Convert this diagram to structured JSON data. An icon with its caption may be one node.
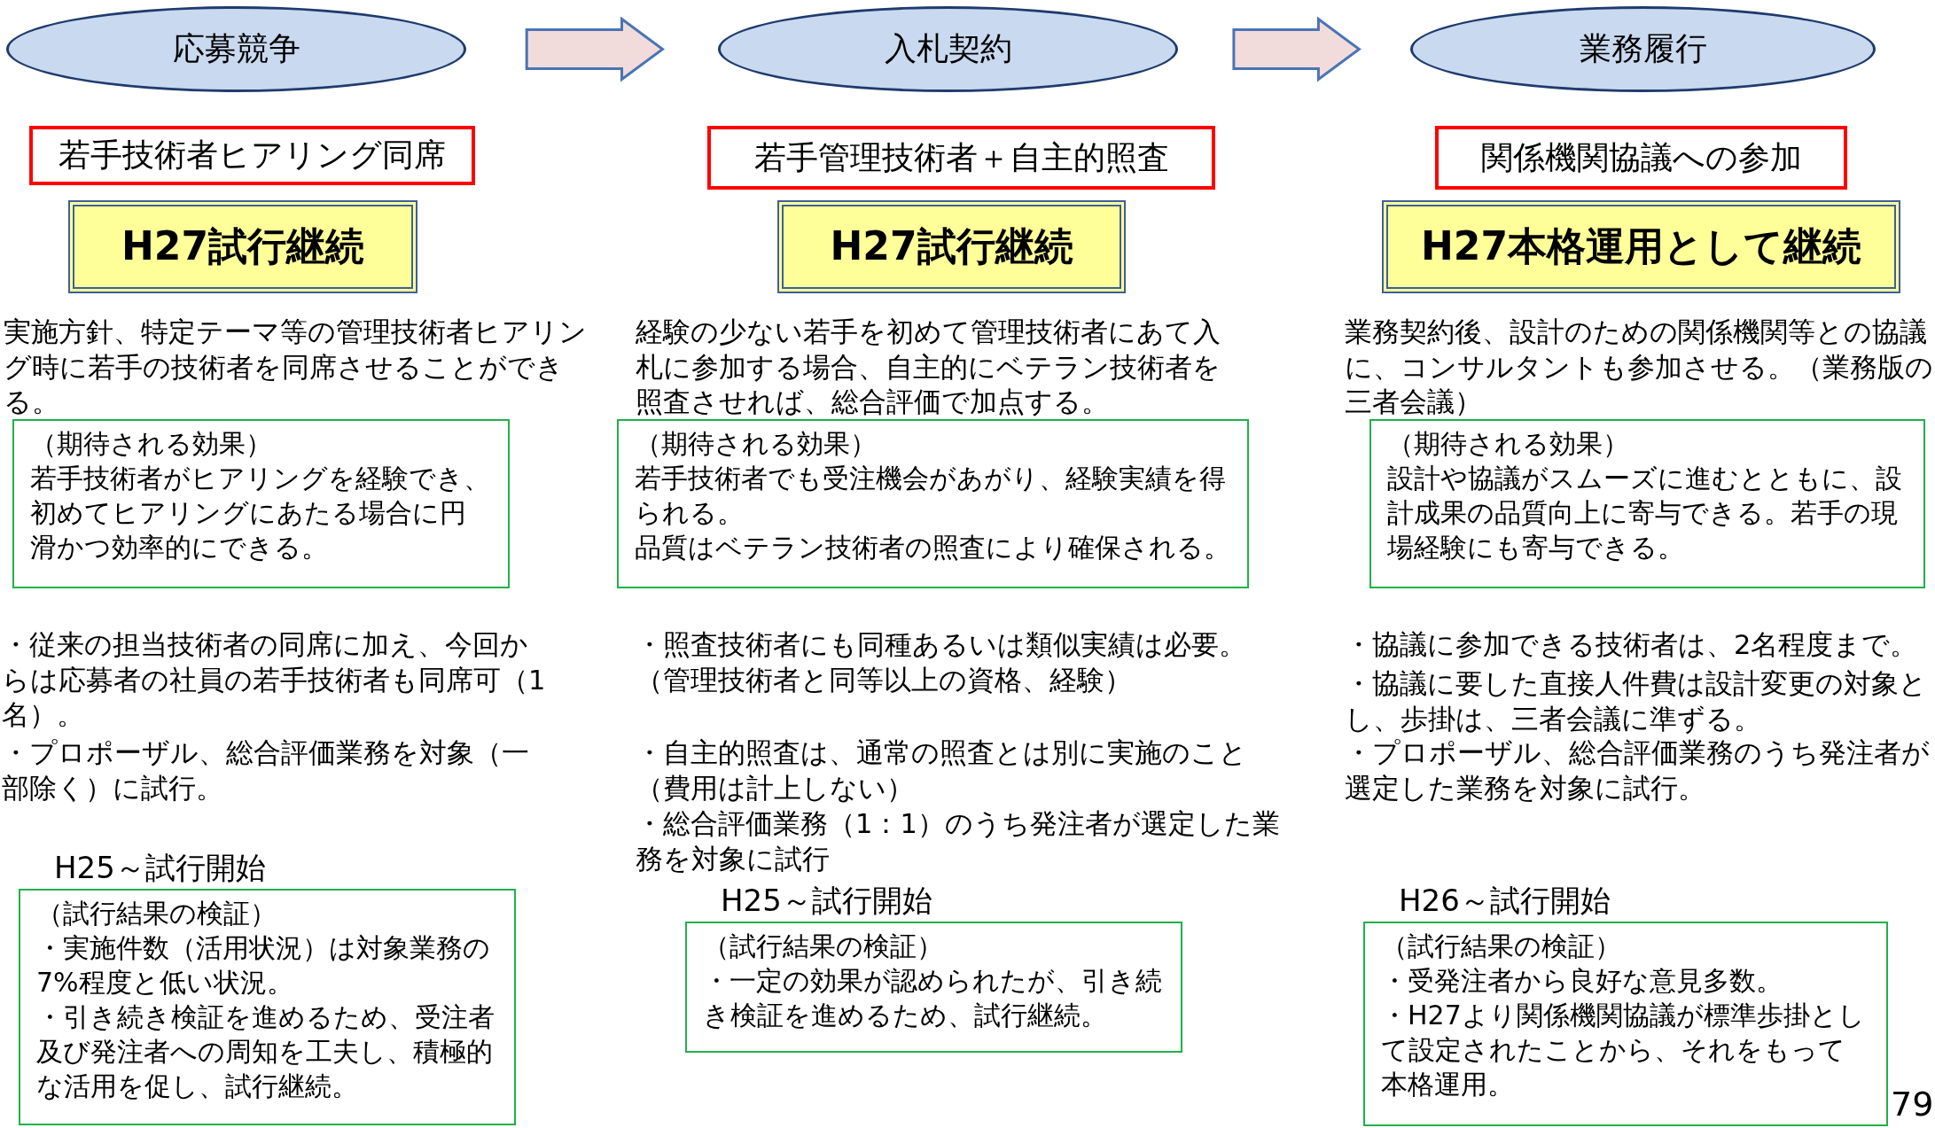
{
  "diagram": {
    "nodes": [
      {
        "text": [
          "応募競争"
        ]
      },
      {
        "text": [
          "入札契約"
        ]
      },
      {
        "text": [
          "業務履行"
        ]
      },
      {
        "text": [
          "若手技術者ヒアリング同席"
        ]
      },
      {
        "text": [
          "若手管理技術者＋自主的照査"
        ]
      },
      {
        "text": [
          "関係機関協議への参加"
        ]
      },
      {
        "text": [
          "H27試行継続"
        ]
      },
      {
        "text": [
          "H27試行継続"
        ]
      },
      {
        "text": [
          "H27本格運用として継続"
        ]
      },
      {
        "text": [
          "（期待される効果）",
          "若手技術者がヒアリングを経験でき、初めてヒアリングにあたる場合に円滑かつ効率的にできる。"
        ]
      },
      {
        "text": [
          "（期待される効果）",
          "若手技術者でも受注機会があがり、経験実績を得られる。",
          "品質はベテラン技術者の照査により確保される。"
        ]
      },
      {
        "text": [
          "（期待される効果）",
          "設計や協議がスムーズに進むとともに、設計成果の品質向上に寄与できる。若手の現場経験にも寄与できる。"
        ]
      },
      {
        "text": [
          "H25～試行開始",
          "（試行結果の検証）",
          "・実施件数（活用状況）は対象業務の7%程度と低い状況。",
          "・引き続き検証を進めるため、受注者及び発注者への周知を工夫し、積極的な活用を促し、試行継続。"
        ]
      },
      {
        "text": [
          "H25～試行開始",
          "（試行結果の検証）",
          "・一定の効果が認められたが、引き続き検証を進めるため、試行継続。"
        ]
      },
      {
        "text": [
          "H26～試行開始",
          "（試行結果の検証）",
          "・受発注者から良好な意見多数。",
          "・H27より関係機関協議が標準歩掛として設定されたことから、それをもって本格運用。"
        ]
      }
    ],
    "edges": [
      {
        "from": 0,
        "to": 1,
        "arrow": "to"
      },
      {
        "from": 1,
        "to": 2,
        "arrow": "to"
      }
    ],
    "labels": [
      "実施方針、特定テーマ等の管理技術者ヒアリング時に若手の技術者を同席させることができる。",
      "経験の少ない若手を初めて管理技術者にあて入札に参加する場合、自主的にベテラン技術者を照査させれば、総合評価で加点する。",
      "業務契約後、設計のための関係機関等との協議に、コンサルタントも参加させる。（業務版の三者会議）",
      "・従来の担当技術者の同席に加え、今回からは応募者の社員の若手技術者も同席可（1名）。",
      "・プロポーザル、総合評価業務を対象（一部除く）に試行。",
      "・照査技術者にも同種あるいは類似実績は必要。（管理技術者と同等以上の資格、経験）",
      "・自主的照査は、通常の照査とは別に実施のこと（費用は計上しない）",
      "・総合評価業務（1：1）のうち発注者が選定した業務を対象に試行",
      "・協議に参加できる技術者は、2名程度まで。",
      "・協議に要した直接人件費は設計変更の対象とし、歩掛は、三者会議に準ずる。",
      "・プロポーザル、総合評価業務のうち発注者が選定した業務を対象に試行。",
      "79"
    ]
  }
}
